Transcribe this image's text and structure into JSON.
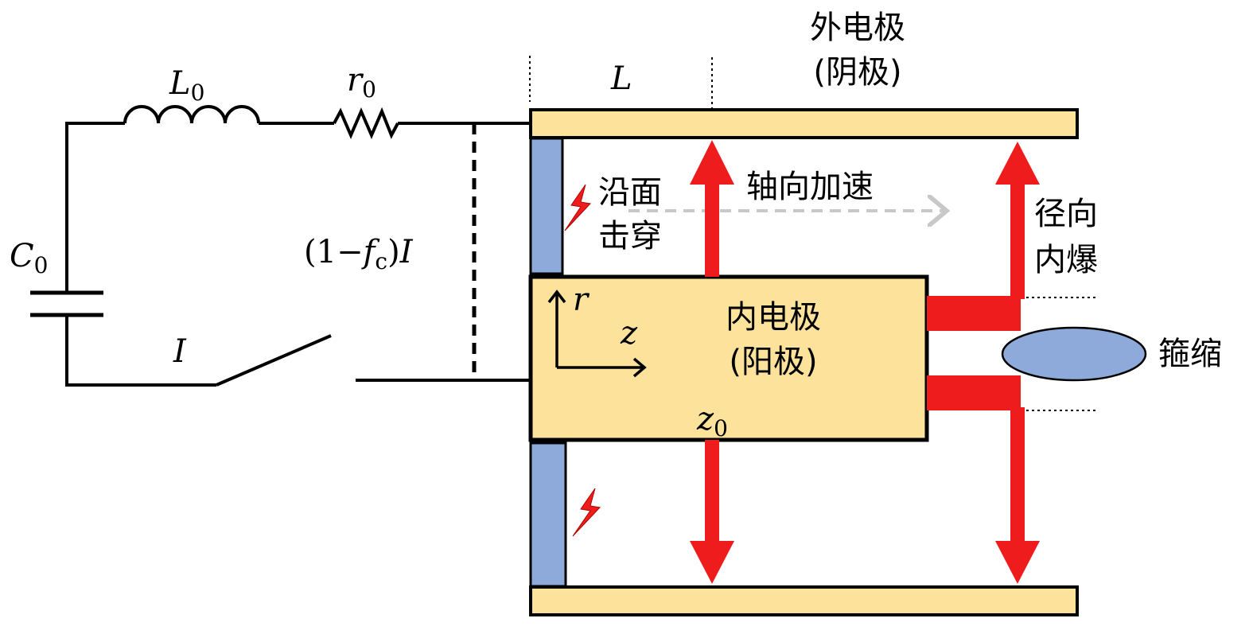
{
  "circuit": {
    "inductor_label": "L",
    "inductor_sub": "0",
    "resistor_label": "r",
    "resistor_sub": "0",
    "capacitor_label": "C",
    "capacitor_sub": "0",
    "current_label": "I",
    "shunt_current": {
      "open": "(1",
      "minus": "−",
      "f": "f",
      "f_sub": "c",
      "close": ")",
      "I": "I"
    }
  },
  "device": {
    "length_label": "L",
    "outer_electrode_line1": "外电极",
    "outer_electrode_line2": "(阴极)",
    "inner_electrode_line1": "内电极",
    "inner_electrode_line2": "(阳极)",
    "surface_breakdown_line1": "沿面",
    "surface_breakdown_line2": "击穿",
    "axial_acceleration": "轴向加速",
    "radial_implosion_line1": "径向",
    "radial_implosion_line2": "内爆",
    "pinch": "箍缩",
    "axis_r": "r",
    "axis_z": "z",
    "z0_label": "z",
    "z0_sub": "0"
  },
  "colors": {
    "electrode_fill": "#FCE29A",
    "insulator_fill": "#8EAADB",
    "pinch_fill": "#8EAADB",
    "arrow_red": "#EE1C1C",
    "ghost_arrow": "#C8C8C8",
    "line": "#000000"
  }
}
